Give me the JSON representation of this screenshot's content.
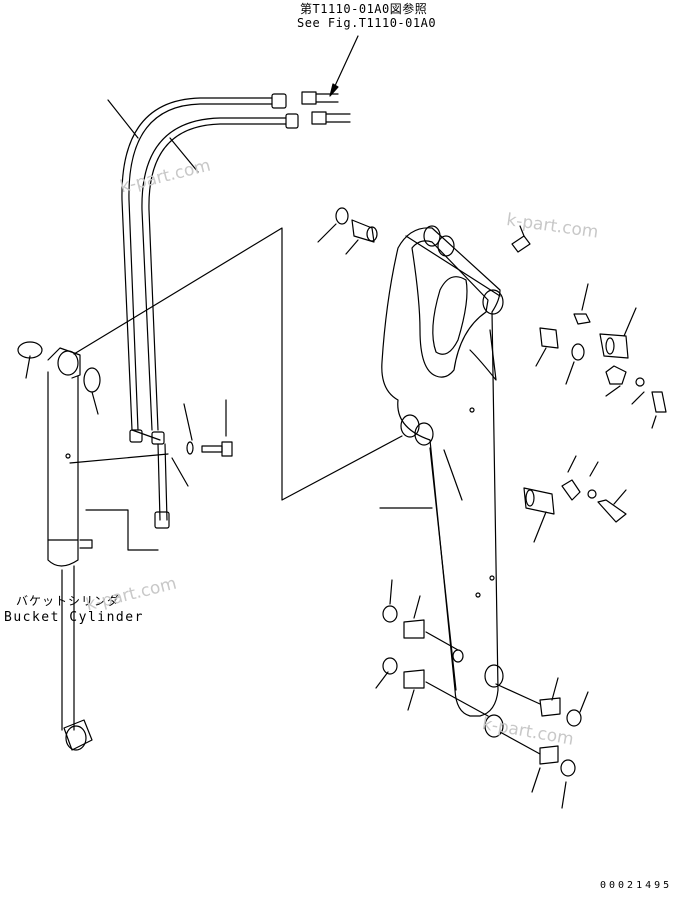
{
  "reference": {
    "japanese": "第T1110-01A0図参照",
    "english": "See Fig.T1110-01A0"
  },
  "bucket_cylinder": {
    "japanese": "バケットシリンダ",
    "english": "Bucket Cylinder"
  },
  "watermark": "k-part.com",
  "drawing_code": "00021495",
  "colors": {
    "line": "#000000",
    "watermark": "#c8c8c8"
  }
}
